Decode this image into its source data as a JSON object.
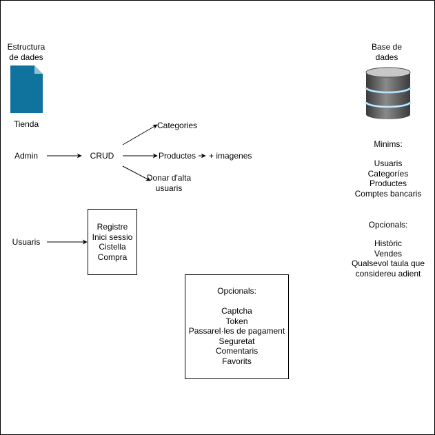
{
  "colors": {
    "doc_icon": "#10739E",
    "db_body": "#4D4D4D",
    "db_glow": "#8ECFF2"
  },
  "icons": {
    "structure": "document-icon",
    "database": "database-icon"
  },
  "left_column": {
    "structure_title": "Estructura\nde dades",
    "structure_label": "Tienda",
    "admin": "Admin",
    "usuaris": "Usuaris"
  },
  "crud": {
    "label": "CRUD",
    "categories": "Categories",
    "productes": "Productes",
    "imagenes": "+ imagenes",
    "donar_alta": "Donar d'alta\nusuaris"
  },
  "user_box": {
    "lines": "Registre\nInici sessio\nCistella\nCompra"
  },
  "optional_box": {
    "lines": "Opcionals:\n\nCaptcha\nToken\nPassarel·les de pagament\nSeguretat\nComentaris\nFavorits"
  },
  "database": {
    "title": "Base de\ndades",
    "minims_title": "Minims:",
    "minims_items": "Usuaris\nCategoríes\nProductes\nComptes bancaris",
    "opcionals_title": "Opcionals:",
    "opcionals_items": "Històric\nVendes\nQualsevol taula que\nconsidereu adient"
  }
}
